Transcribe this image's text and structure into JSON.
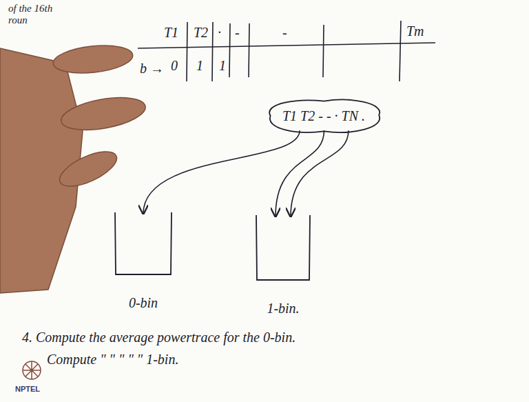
{
  "diagram": {
    "nodes": [
      {
        "text": [
          "T1 T2 - - · TN ."
        ]
      },
      {
        "text": [
          "0-bin"
        ]
      },
      {
        "text": [
          "1-bin."
        ]
      }
    ],
    "edges": [
      {
        "from": 0,
        "to": 1,
        "arrow": "to"
      },
      {
        "from": 0,
        "to": 2,
        "arrow": "to"
      },
      {
        "from": 0,
        "to": 2,
        "arrow": "to"
      }
    ],
    "labels": [
      "of the 16th roun",
      "T1",
      "T2",
      "·",
      "-",
      "-",
      "Tm",
      "b →",
      "0",
      "1",
      "1",
      "4. Compute the average powertrace for the 0-bin.",
      "Compute \" \" \" \" \" 1-bin.",
      "NPTEL"
    ]
  }
}
